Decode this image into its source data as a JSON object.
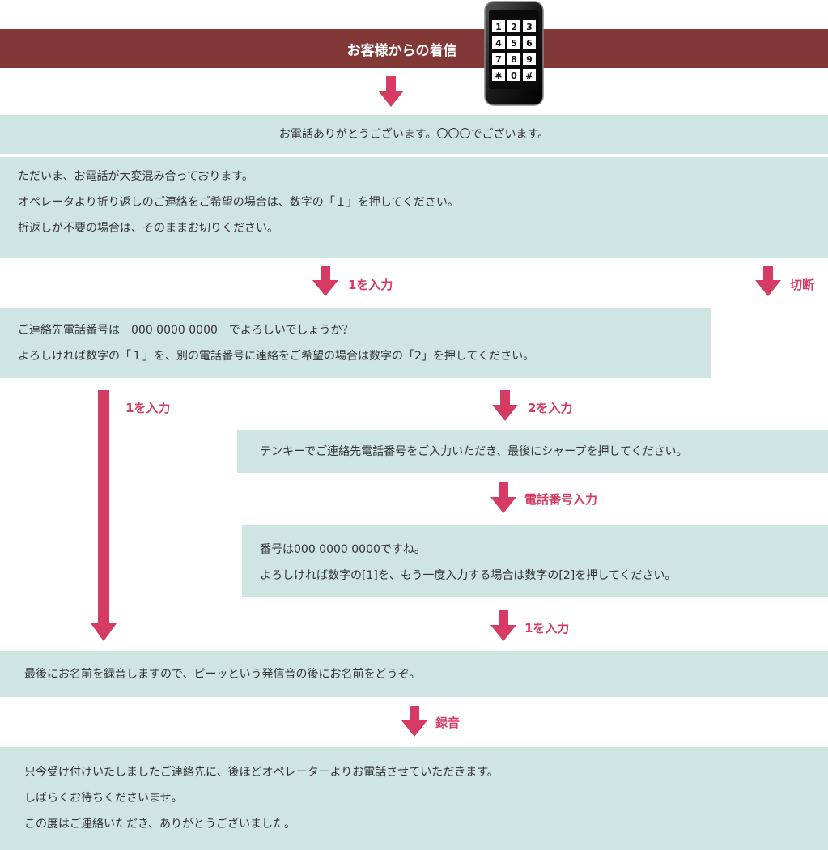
{
  "header": {
    "title": "お客様からの着信"
  },
  "phone": {
    "keys": [
      "1",
      "2",
      "3",
      "4",
      "5",
      "6",
      "7",
      "8",
      "9",
      "✱",
      "0",
      "#"
    ]
  },
  "greeting": {
    "text": "お電話ありがとうございます。〇〇〇でございます。"
  },
  "busy_message": {
    "lines": [
      "ただいま、お電話が大変混み合っております。",
      "オペレータより折り返しのご連絡をご希望の場合は、数字の「１」を押してください。",
      "折返しが不要の場合は、そのままお切りください。"
    ]
  },
  "confirm_number": {
    "lines": [
      "ご連絡先電話番号は　000 0000 0000　でよろしいでしょうか？",
      "よろしければ数字の「１」を、別の電話番号に連絡をご希望の場合は数字の「2」を押してください。"
    ]
  },
  "enter_number": {
    "text": "テンキーでご連絡先電話番号をご入力いただき、最後にシャープを押してください。"
  },
  "confirm_entered": {
    "lines": [
      "番号は000 0000 0000ですね。",
      "よろしければ数字の[1]を、もう一度入力する場合は数字の[2]を押してください。"
    ]
  },
  "record_name": {
    "text": "最後にお名前を録音しますので、ピーッという発信音の後にお名前をどうぞ。"
  },
  "closing": {
    "lines": [
      "只今受け付けいたしましたご連絡先に、後ほどオペレーターよりお電話させていただきます。",
      "しばらくお待ちくださいませ。",
      "この度はご連絡いただき、ありがとうございました。"
    ]
  },
  "labels": {
    "press1_first": "1を入力",
    "hangup": "切断",
    "press1_direct": "1を入力",
    "press2": "2を入力",
    "phone_entry": "電話番号入力",
    "press1_after_entry": "1を入力",
    "record": "録音"
  },
  "colors": {
    "header": "#833838",
    "box": "#cee5e3",
    "arrow": "#d63b63",
    "text": "#333333"
  }
}
